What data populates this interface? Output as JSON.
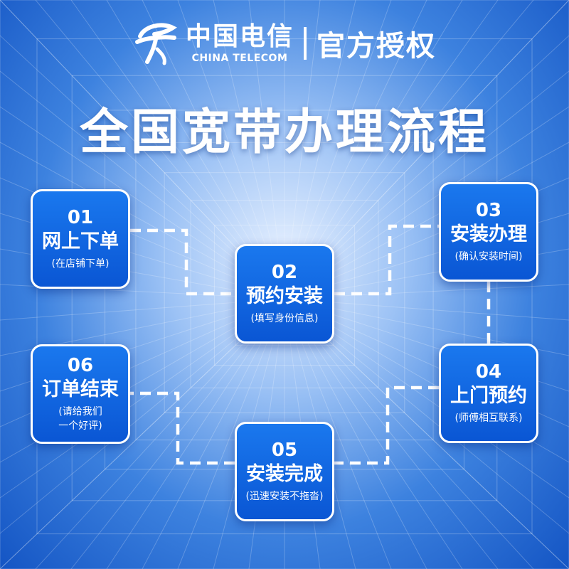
{
  "brand": {
    "name_cn": "中国电信",
    "name_en": "CHINA TELECOM",
    "authorization": "官方授权",
    "logo_icon": "china-telecom-logo-icon"
  },
  "title": "全国宽带办理流程",
  "colors": {
    "box_fill": "#0a56d4",
    "box_border": "#ffffff",
    "connector": "#ffffff",
    "text": "#ffffff"
  },
  "steps": [
    {
      "number": "01",
      "title": "网上下单",
      "desc": "(在店铺下单)"
    },
    {
      "number": "02",
      "title": "预约安装",
      "desc": "(填写身份信息)"
    },
    {
      "number": "03",
      "title": "安装办理",
      "desc": "(确认安装时间)"
    },
    {
      "number": "04",
      "title": "上门预约",
      "desc": "(师傅相互联系)"
    },
    {
      "number": "05",
      "title": "安装完成",
      "desc": "(迅速安装不拖沓)"
    },
    {
      "number": "06",
      "title": "订单结束",
      "desc": "(请给我们\n一个好评)"
    }
  ]
}
